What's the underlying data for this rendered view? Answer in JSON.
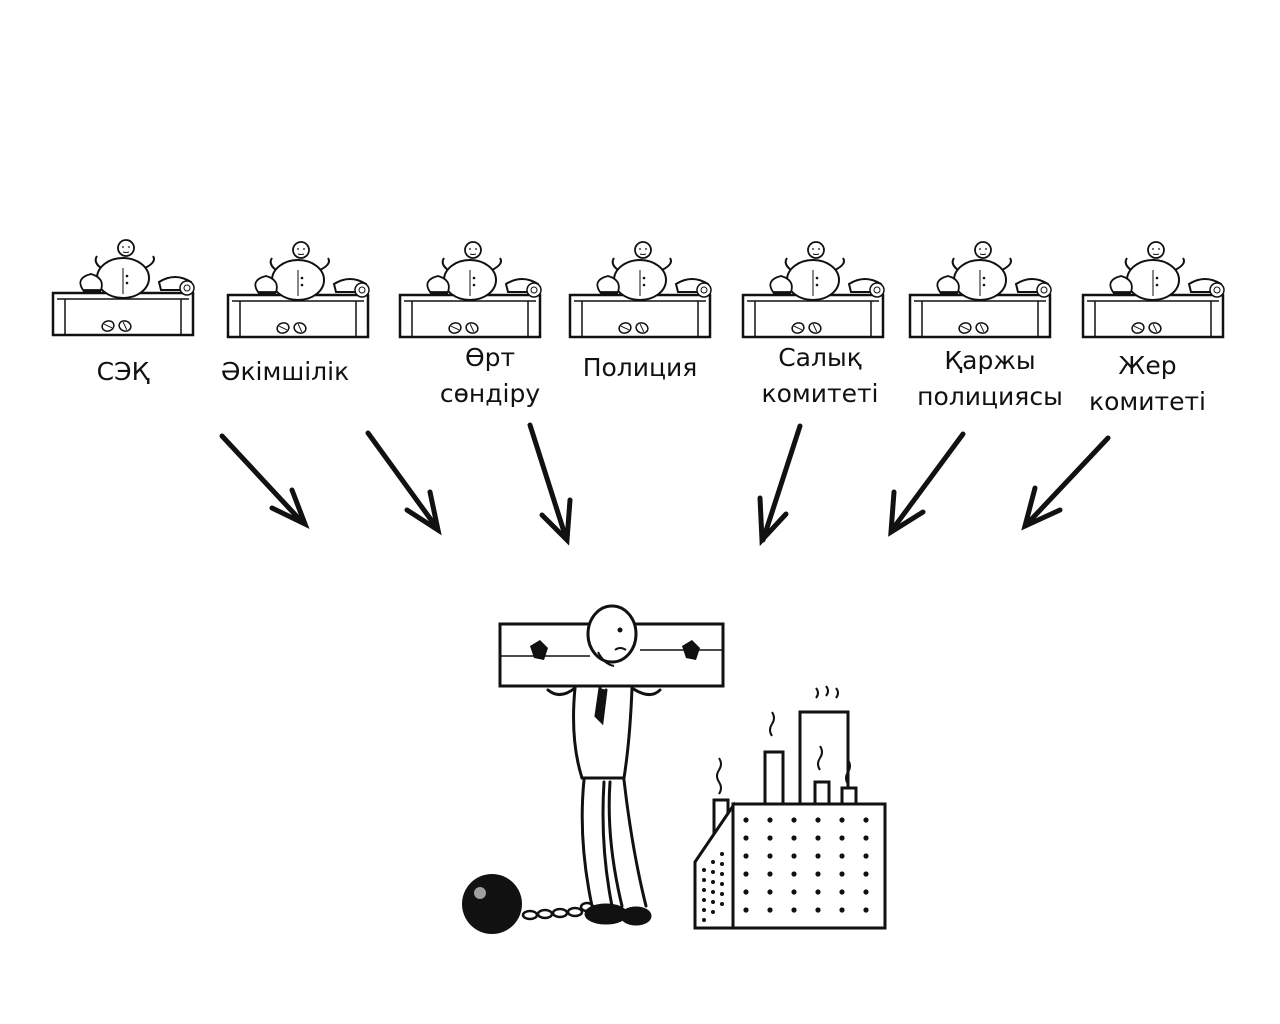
{
  "offices": [
    {
      "label": "СЭҚ"
    },
    {
      "label": "Әкімшілік"
    },
    {
      "label": "Өрт\nсөндіру"
    },
    {
      "label": "Полиция"
    },
    {
      "label": "Салық\nкомитеті"
    },
    {
      "label": "Қаржы\nполициясы"
    },
    {
      "label": "Жер\nкомитеті"
    }
  ],
  "colors": {
    "ink": "#111111",
    "paper": "#ffffff"
  },
  "icons": [
    "official-at-desk-icon",
    "telephone-icon",
    "arrow-icon",
    "pillory-icon",
    "ball-and-chain-icon",
    "factory-icon"
  ]
}
